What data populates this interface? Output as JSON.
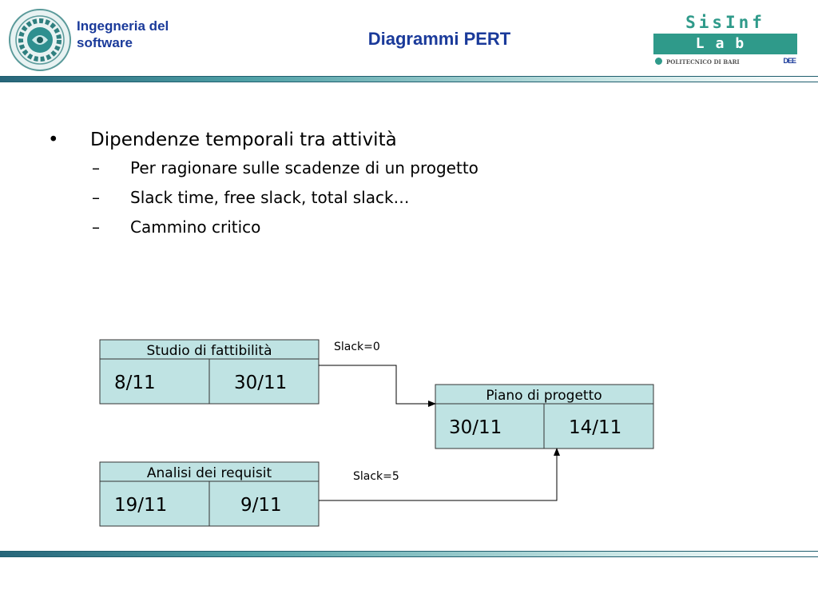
{
  "header": {
    "org_name": "Ingegneria del software",
    "title": "Diagrammi PERT",
    "lab_logo": {
      "top_text": "SisInf",
      "bar_text": "Lab",
      "institution": "POLITECNICO DI BARI",
      "dept": "DEE"
    }
  },
  "bullets": [
    {
      "text": "Dipendenze temporali tra attività",
      "sub": [
        "Per ragionare sulle scadenze di un progetto",
        "Slack time, free slack, total slack…",
        "Cammino critico"
      ]
    }
  ],
  "marks": {
    "bullet": "•",
    "dash": "–"
  },
  "pert": {
    "nodes": [
      {
        "name": "Studio di fattibilità",
        "start": "8/11",
        "end": "30/11"
      },
      {
        "name": "Analisi dei requisit",
        "start": "19/11",
        "end": "9/11"
      },
      {
        "name": "Piano di progetto",
        "start": "30/11",
        "end": "14/11"
      }
    ],
    "edges": [
      {
        "from": 0,
        "to": 2,
        "label": "Slack=0"
      },
      {
        "from": 1,
        "to": 2,
        "label": "Slack=5"
      }
    ]
  },
  "colors": {
    "node_fill": "#bfe3e3",
    "title_blue": "#1a3a9a",
    "lab_teal": "#2f9a8a"
  }
}
